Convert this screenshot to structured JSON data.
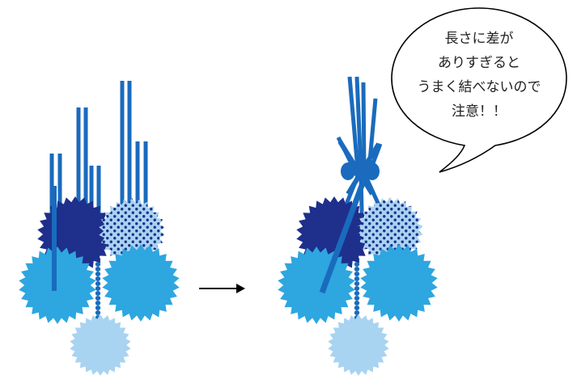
{
  "speech_bubble": {
    "lines": [
      "長さに差が",
      "ありすぎると",
      "うまく結べないので",
      "注意！！"
    ]
  },
  "colors": {
    "light_blue": "#2ea6df",
    "pale_blue": "#a8d3f1",
    "navy": "#1e2f8c",
    "dotted_base": "#a8d3f1",
    "dot": "#1e2f8c",
    "stick": "#1a6bbd",
    "knot": "#1a6bbd",
    "arrow": "#000000",
    "bubble_fill": "#ffffff",
    "bubble_stroke": "#000000"
  },
  "icons": {
    "arrow": "right-arrow-icon",
    "pompom_navy": "navy-pompom",
    "pompom_dotted": "dotted-pompom",
    "pompom_light": "light-blue-pompom",
    "pompom_pale": "pale-blue-pompom"
  }
}
